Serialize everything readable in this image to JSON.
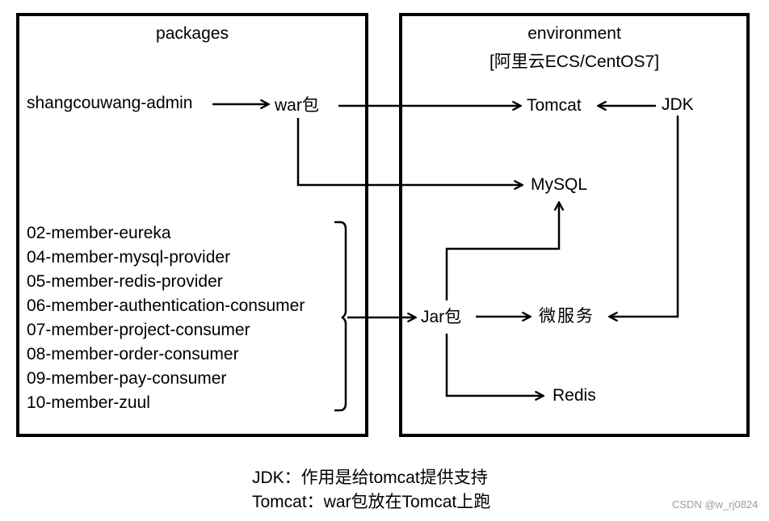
{
  "colors": {
    "background": "#ffffff",
    "line": "#000000",
    "text": "#000000",
    "watermark": "#9c9c9c"
  },
  "packages_box": {
    "title": "packages",
    "app": "shangcouwang-admin",
    "war": "war包",
    "members": [
      "02-member-eureka",
      "04-member-mysql-provider",
      "05-member-redis-provider",
      "06-member-authentication-consumer",
      "07-member-project-consumer",
      "08-member-order-consumer",
      "09-member-pay-consumer",
      "10-member-zuul"
    ]
  },
  "environment_box": {
    "title": "environment",
    "subtitle": "[阿里云ECS/CentOS7]",
    "tomcat": "Tomcat",
    "jdk": "JDK",
    "mysql": "MySQL",
    "jar": "Jar包",
    "microservice": "微服务",
    "redis": "Redis"
  },
  "notes": {
    "line1": "JDK：作用是给tomcat提供支持",
    "line2": "Tomcat：war包放在Tomcat上跑"
  },
  "watermark": "CSDN @w_rj0824"
}
